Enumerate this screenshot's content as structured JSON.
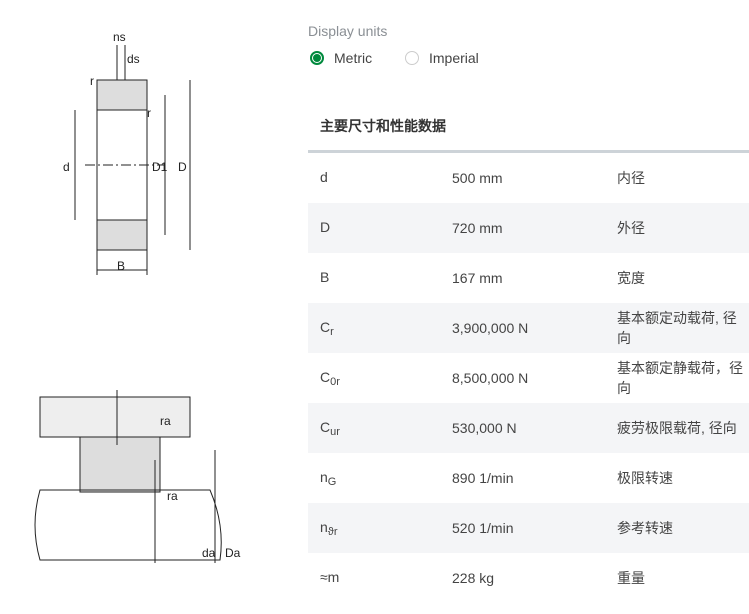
{
  "units": {
    "label": "Display units",
    "options": [
      {
        "label": "Metric",
        "selected": true
      },
      {
        "label": "Imperial",
        "selected": false
      }
    ],
    "accent": "#00893d"
  },
  "section_title": "主要尺寸和性能数据",
  "rows": [
    {
      "sym": "d",
      "sub": "",
      "value": "500 mm",
      "desc": "内径"
    },
    {
      "sym": "D",
      "sub": "",
      "value": "720 mm",
      "desc": "外径"
    },
    {
      "sym": "B",
      "sub": "",
      "value": "167 mm",
      "desc": "宽度"
    },
    {
      "sym": "C",
      "sub": "r",
      "value": "3,900,000 N",
      "desc": "基本额定动载荷, 径向"
    },
    {
      "sym": "C",
      "sub": "0r",
      "value": "8,500,000 N",
      "desc": "基本额定静载荷，径向"
    },
    {
      "sym": "C",
      "sub": "ur",
      "value": "530,000 N",
      "desc": "疲劳极限载荷, 径向"
    },
    {
      "sym": "n",
      "sub": "G",
      "value": "890 1/min",
      "desc": "极限转速"
    },
    {
      "sym": "n",
      "sub": "ϑr",
      "value": "520 1/min",
      "desc": "参考转速"
    },
    {
      "sym": "≈m",
      "sub": "",
      "value": "228 kg",
      "desc": "重量"
    }
  ],
  "diagram1": {
    "labels": {
      "ns": "ns",
      "ds": "ds",
      "r1": "r",
      "r2": "r",
      "d": "d",
      "D1": "D1",
      "D": "D",
      "B": "B"
    }
  },
  "diagram2": {
    "labels": {
      "ra1": "ra",
      "ra2": "ra",
      "da": "da",
      "Da": "Da"
    }
  }
}
